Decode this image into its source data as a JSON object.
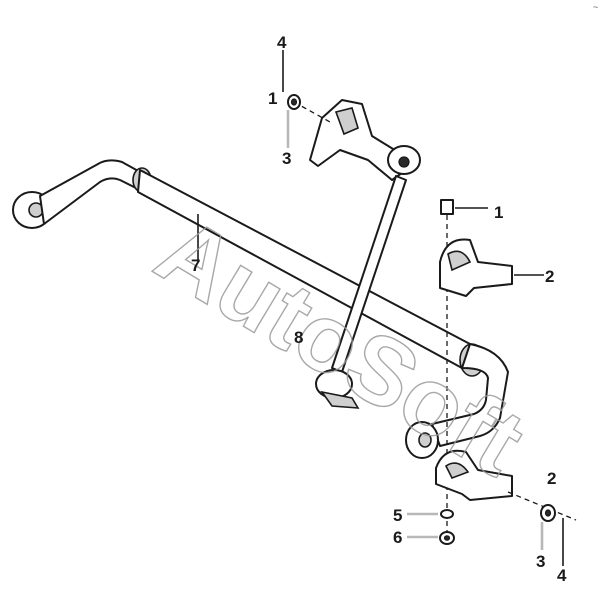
{
  "corner_mark": "~",
  "watermark": "AutoSoft",
  "callouts": {
    "top_bolt": "4",
    "top_washer": "1",
    "top_nut": "3",
    "sensor_link": "7",
    "stabilizer_bar": "8",
    "upper_bolt": "1",
    "upper_clamp": "2",
    "lower_clamp": "2",
    "washer_5": "5",
    "nut_6": "6",
    "lower_nut": "3",
    "lower_bolt": "4"
  }
}
